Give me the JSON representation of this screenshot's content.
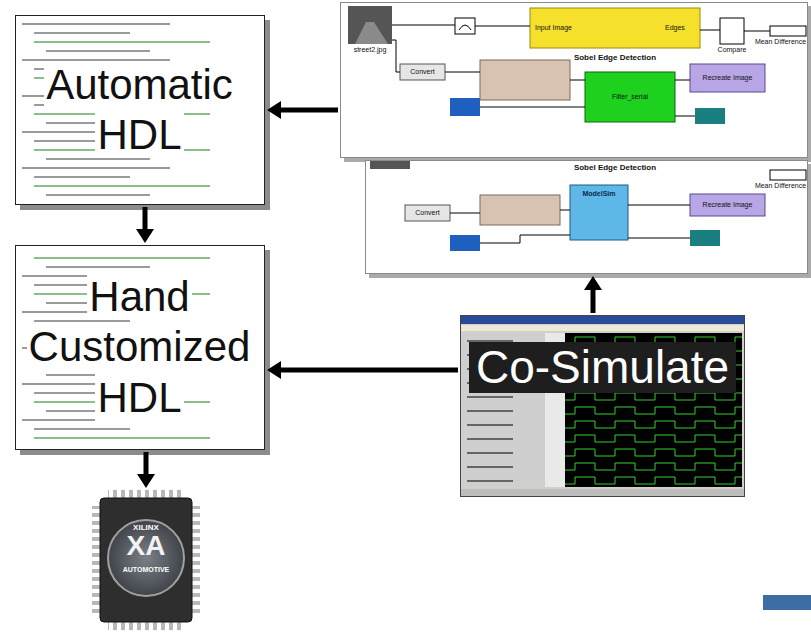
{
  "diagram": {
    "nodes": [
      {
        "text": [
          "Automatic HDL"
        ]
      },
      {
        "text": [
          "Sobel Edge Detection"
        ]
      },
      {
        "text": [
          "Sobel Edge Detection"
        ]
      },
      {
        "text": [
          "Hand Customized HDL"
        ]
      },
      {
        "text": [
          "Co-Simulate"
        ]
      },
      {
        "text": [
          "XILINX",
          "XA",
          "AUTOMOTIVE"
        ]
      }
    ],
    "edges": [
      {
        "from": 1,
        "to": 0,
        "arrow": "to"
      },
      {
        "from": 0,
        "to": 3,
        "arrow": "to"
      },
      {
        "from": 4,
        "to": 2,
        "arrow": "to"
      },
      {
        "from": 4,
        "to": 3,
        "arrow": "to"
      },
      {
        "from": 3,
        "to": 5,
        "arrow": "to"
      }
    ],
    "labels": [
      "street2.jpg",
      "Input Image",
      "Edges",
      "Convert",
      "Filter_serial",
      "Recreate Image",
      "Compare",
      "Mean Difference",
      "Convert",
      "ModelSim",
      "Recreate Image",
      "Mean Difference"
    ]
  }
}
